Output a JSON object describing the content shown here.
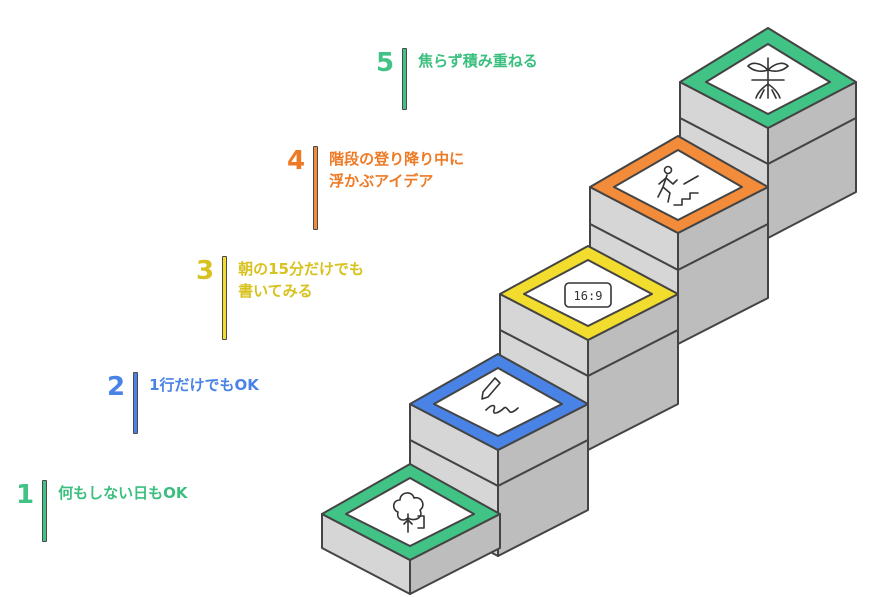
{
  "colors": {
    "green": "#41c385",
    "blue": "#4a83e6",
    "yellow": "#f2dc2e",
    "orange": "#f28b3a",
    "wall_front": "#dadada",
    "wall_side": "#bcbcbc",
    "outline": "#444444"
  },
  "steps": [
    {
      "number": "1",
      "text": "何もしない日もOK",
      "color": "#41c385",
      "text_color": "#3bbf7f",
      "icon": "tree-icon"
    },
    {
      "number": "2",
      "text": "1行だけでもOK",
      "color": "#4a83e6",
      "text_color": "#4a83e6",
      "icon": "pen-signature-icon"
    },
    {
      "number": "3",
      "text": "朝の15分だけでも\n書いてみる",
      "color": "#f2dc2e",
      "text_color": "#d8c21f",
      "icon": "aspect-ratio-icon",
      "icon_text": "16:9"
    },
    {
      "number": "4",
      "text": "階段の登り降り中に\n浮かぶアイデア",
      "color": "#f28b3a",
      "text_color": "#ee7a25",
      "icon": "person-climbing-stairs-icon"
    },
    {
      "number": "5",
      "text": "焦らず積み重ねる",
      "color": "#41c385",
      "text_color": "#3bbf7f",
      "icon": "sprout-roots-icon"
    }
  ]
}
